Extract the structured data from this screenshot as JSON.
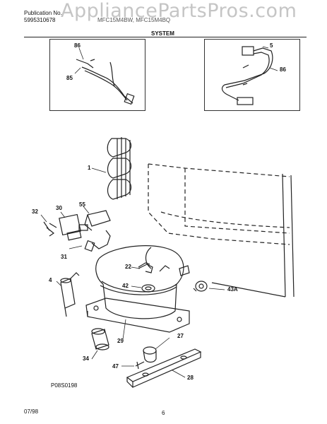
{
  "header": {
    "publication_label": "Publication No.",
    "publication_number": "5995310678",
    "models": "MFC15M4BW, MFC15M4BQ",
    "section_title": "SYSTEM",
    "watermark": "AppliancePartsPros.com"
  },
  "callouts": {
    "c86a": "86",
    "c85": "85",
    "c5": "5",
    "c86b": "86",
    "c1": "1",
    "c55": "55",
    "c32": "32",
    "c30": "30",
    "c31": "31",
    "c22": "22",
    "c4": "4",
    "c42": "42",
    "c43a": "43A",
    "c29": "29",
    "c27": "27",
    "c34": "34",
    "c47": "47",
    "c28": "28"
  },
  "footer": {
    "drawing_code": "P08S0198",
    "date": "07/98",
    "page": "6"
  }
}
